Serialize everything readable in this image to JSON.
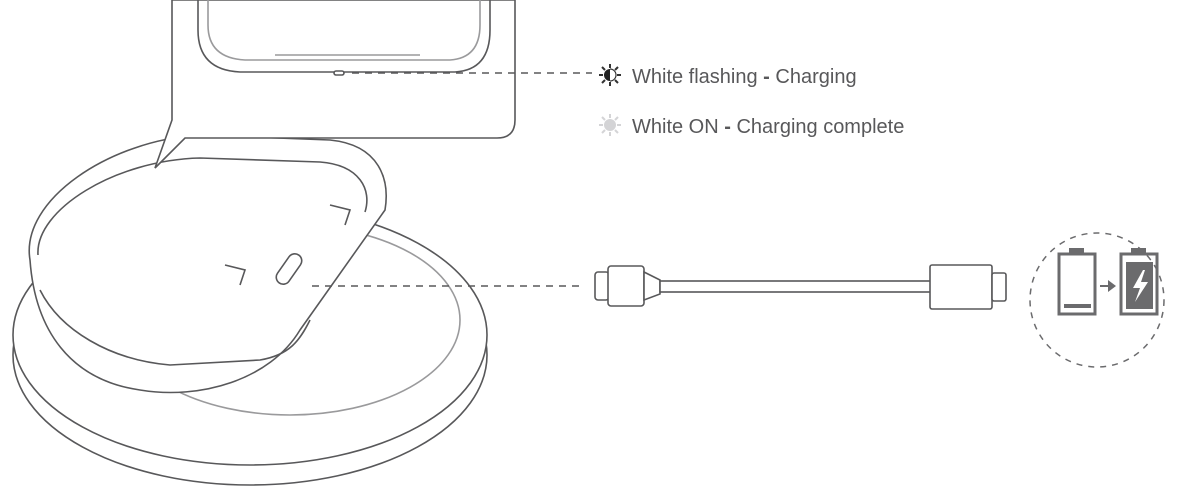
{
  "legend": [
    {
      "icon": "flashing-light-icon",
      "state": "White flashing",
      "sep": " - ",
      "meaning": "Charging"
    },
    {
      "icon": "steady-light-icon",
      "state": "White ON",
      "sep": " - ",
      "meaning": "Charging complete"
    }
  ],
  "colors": {
    "line": "#58585a",
    "soft": "#cfcfd1",
    "dark": "#6b6b6d"
  }
}
